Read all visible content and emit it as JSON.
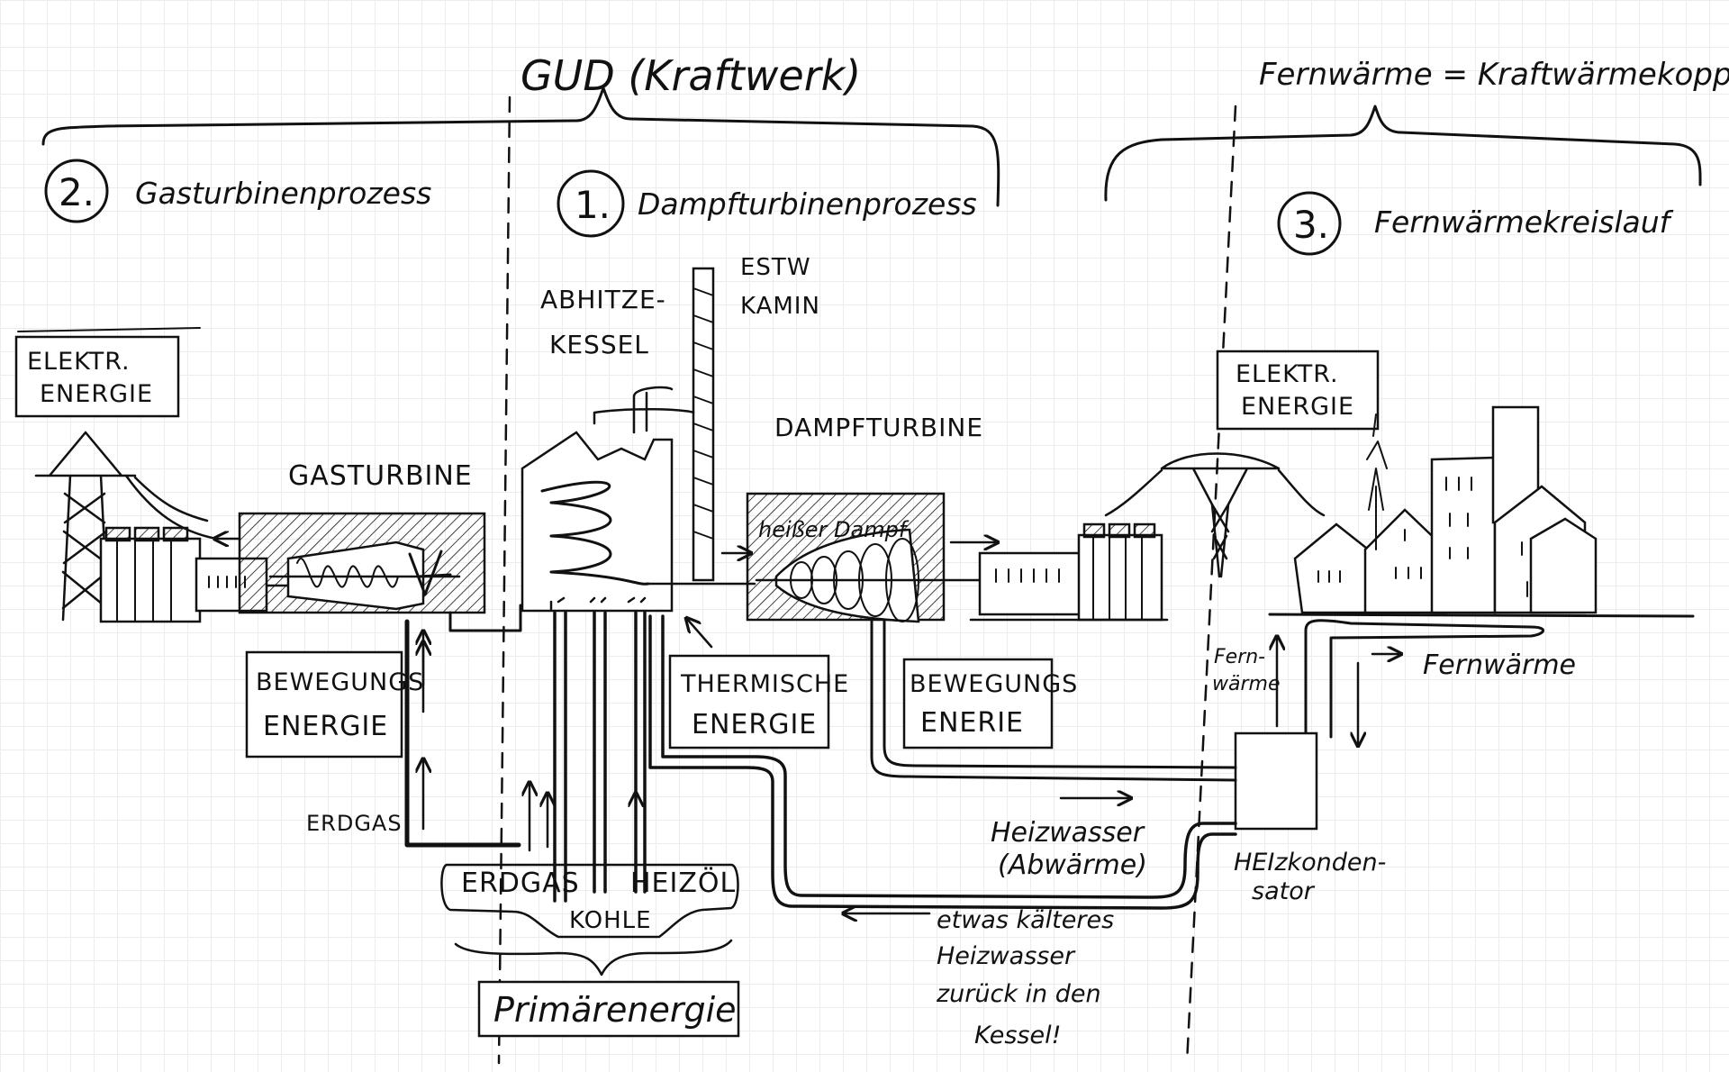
{
  "header": {
    "gud_title": "GUD (Kraftwerk)",
    "fernwaerme_title": "Fernwärme = Kraftwärmekopplung"
  },
  "sections": [
    {
      "number": "2.",
      "title": "Gasturbinenprozess"
    },
    {
      "number": "1.",
      "title": "Dampfturbinenprozess"
    },
    {
      "number": "3.",
      "title": "Fernwärmekreislauf"
    }
  ],
  "labels": {
    "elektr_energie_left": [
      "ELEKTR.",
      "ENERGIE"
    ],
    "elektr_energie_right": [
      "ELEKTR.",
      "ENERGIE"
    ],
    "gasturbine": "GASTURBINE",
    "abhitze_kessel": [
      "ABHITZE-",
      "KESSEL"
    ],
    "estw_kamin": [
      "ESTW",
      "KAMIN"
    ],
    "dampfturbine": "DAMPFTURBINE",
    "heisser_dampf": "heißer Dampf",
    "bewegungsenergie_left": [
      "BEWEGUNGS",
      "ENERGIE"
    ],
    "thermische_energie": [
      "THERMISCHE",
      "ENERGIE"
    ],
    "bewegungsenergie_right": [
      "BEWEGUNGS",
      "ENERIE"
    ],
    "erdgas_left": "ERDGAS",
    "erdgas": "ERDGAS",
    "kohle": "KOHLE",
    "heizoel": "HEIZÖL",
    "primaerenergie": "Primärenergie",
    "heizwasser": [
      "Heizwasser",
      "(Abwärme)"
    ],
    "kaelteres_heizwasser": [
      "etwas kälteres",
      "Heizwasser",
      "zurück in den",
      "Kessel!"
    ],
    "heizkondensator": [
      "HEIzkonden-",
      "sator"
    ],
    "fernwaerme_vertical": [
      "Fern-",
      "wärme"
    ],
    "fernwaerme_arrow": "Fernwärme"
  },
  "colors": {
    "ink": "#111111",
    "paper": "#ffffff",
    "grid": "#ececec"
  }
}
